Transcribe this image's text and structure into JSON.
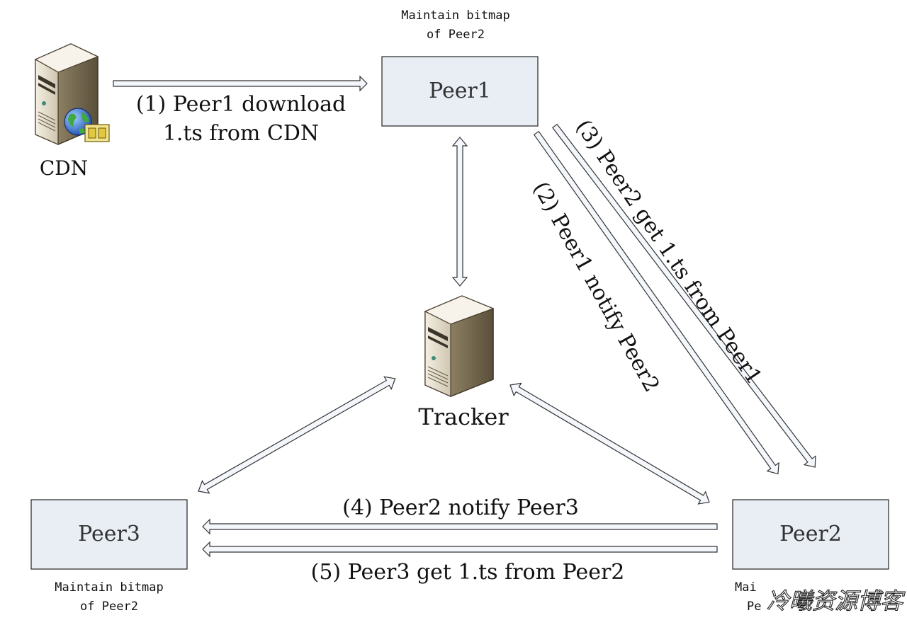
{
  "colors": {
    "peer_box_fill": "#e9eef5",
    "peer_box_stroke": "#222222",
    "arrow_fill": "#f3f6fb",
    "arrow_stroke": "#333333",
    "text": "#111111"
  },
  "cdn": {
    "label": "CDN",
    "icon": "cdn-server-globe-icon"
  },
  "tracker": {
    "label": "Tracker",
    "icon": "tracker-server-icon"
  },
  "peers": {
    "peer1": {
      "label": "Peer1",
      "note_line1": "Maintain bitmap",
      "note_line2": "of Peer2"
    },
    "peer2": {
      "label": "Peer2",
      "note_line1": "Mai",
      "note_line2": "Pe"
    },
    "peer3": {
      "label": "Peer3",
      "note_line1": "Maintain bitmap",
      "note_line2": "of Peer2"
    }
  },
  "steps": {
    "step1_line1": "(1) Peer1 download",
    "step1_line2": "1.ts from CDN",
    "step2": "(2) Peer1 notify Peer2",
    "step3": "(3) Peer2 get 1.ts from Peer1",
    "step4": "(4) Peer2 notify Peer3",
    "step5": "(5) Peer3 get 1.ts from Peer2"
  },
  "watermark": "冷曦资源博客"
}
